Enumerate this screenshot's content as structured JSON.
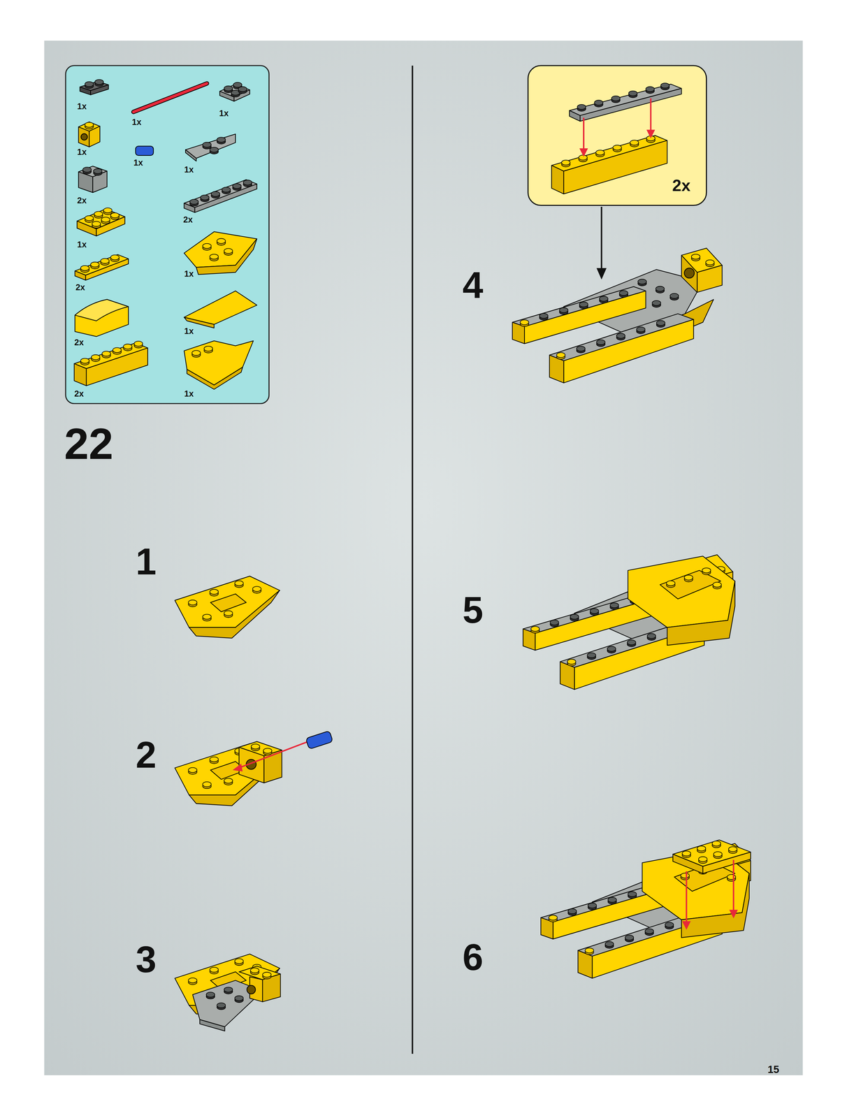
{
  "diagram": {
    "labels": [
      "1x",
      "1x",
      "1x",
      "1x",
      "1x",
      "1x",
      "2x",
      "2x",
      "1x",
      "1x",
      "2x",
      "2x",
      "1x",
      "2x",
      "1x",
      "22",
      "1",
      "2",
      "3",
      "4",
      "2x",
      "5",
      "6",
      "15"
    ]
  }
}
